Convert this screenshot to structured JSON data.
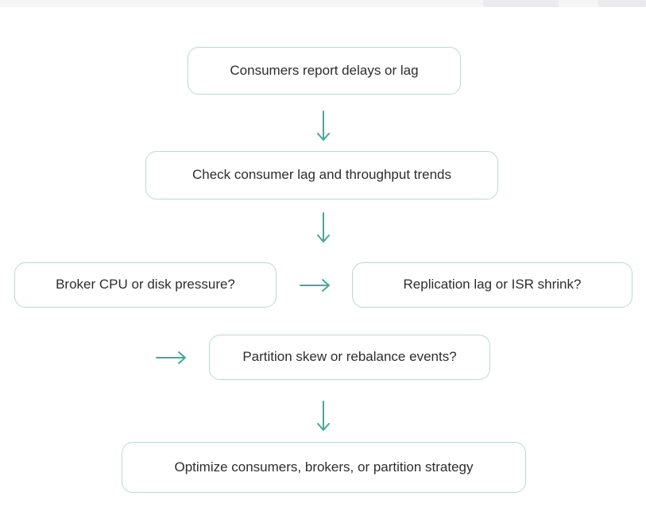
{
  "theme": {
    "background": "#ffffff",
    "top_strip_color": "#f5f5f6",
    "top_strip_segment_color": "#ebebee",
    "node_border_color": "#b8dbd2",
    "node_fill_color": "#ffffff",
    "node_text_color": "#2d2d2d",
    "arrow_color": "#4aa49a"
  },
  "flowchart": {
    "nodes": [
      {
        "id": "report",
        "label": "Consumers report delays or lag"
      },
      {
        "id": "check",
        "label": "Check consumer lag and throughput trends"
      },
      {
        "id": "broker",
        "label": "Broker CPU or disk pressure?"
      },
      {
        "id": "replication",
        "label": "Replication lag or ISR shrink?"
      },
      {
        "id": "partition",
        "label": "Partition skew or rebalance events?"
      },
      {
        "id": "optimize",
        "label": "Optimize consumers, brokers, or partition strategy"
      }
    ],
    "connections": [
      {
        "from": "report",
        "to": "check",
        "direction": "down"
      },
      {
        "from": "check",
        "to": "broker",
        "direction": "down"
      },
      {
        "from": "broker",
        "to": "replication",
        "direction": "right"
      },
      {
        "from": "",
        "to": "partition",
        "direction": "right"
      },
      {
        "from": "partition",
        "to": "optimize",
        "direction": "down"
      }
    ]
  }
}
